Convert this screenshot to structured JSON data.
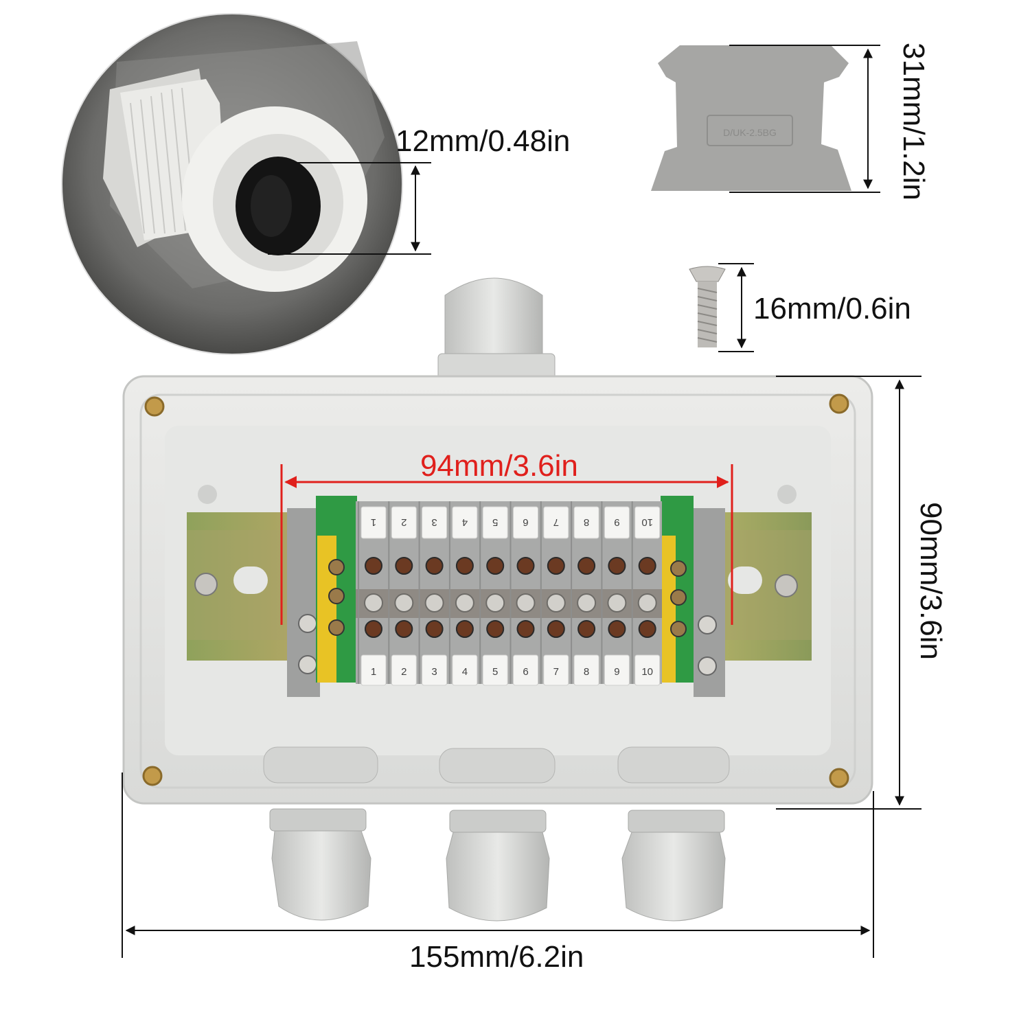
{
  "dimensions": {
    "gland_inner": "12mm/0.48in",
    "end_plate_height": "31mm/1.2in",
    "screw_length": "16mm/0.6in",
    "rail_span": "94mm/3.6in",
    "box_height": "90mm/3.6in",
    "box_width": "155mm/6.2in"
  },
  "end_plate_marking": "D/UK-2.5BG",
  "terminal_numbers_top": [
    "1",
    "2",
    "3",
    "4",
    "5",
    "6",
    "7",
    "8",
    "9",
    "10"
  ],
  "terminal_numbers_bottom": [
    "1",
    "2",
    "3",
    "4",
    "5",
    "6",
    "7",
    "8",
    "9",
    "10"
  ],
  "colors": {
    "enclosure": "#e3e4e2",
    "rail": "#b7ad67",
    "terminal": "#a9aaa9",
    "ground_terminal": "#2f9a44",
    "ground_stripe": "#e8c325",
    "dimension_red": "#e0201c"
  }
}
